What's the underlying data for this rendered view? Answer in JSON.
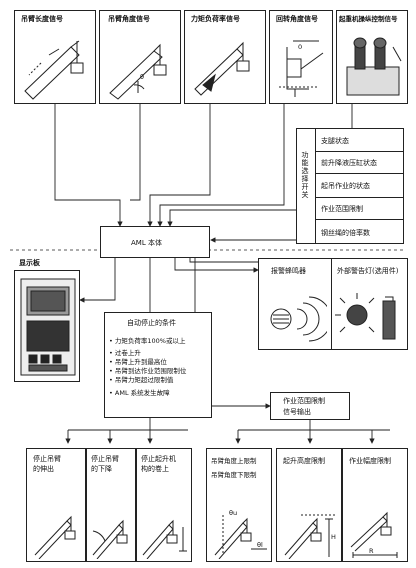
{
  "sensors": [
    {
      "label": "吊臂长度信号"
    },
    {
      "label": "吊臂角度信号"
    },
    {
      "label": "力矩负荷率信号"
    },
    {
      "label": "回转角度信号"
    },
    {
      "label": "起重机操纵控制信号"
    }
  ],
  "sensor_icon_marks": {
    "angle_theta": "θ",
    "slew_zero": "0"
  },
  "inputs_panel": {
    "title": "功能选择开关",
    "items": [
      "支腿状态",
      "前升降液压缸状态",
      "起吊作业的状态",
      "作业范围限制",
      "钢丝绳的倍率数"
    ]
  },
  "aml": {
    "label": "AML  本体"
  },
  "display": {
    "title": "显示板"
  },
  "auto_stop": {
    "title": "自动停止的条件",
    "items": [
      "• 力矩负荷率100%或以上",
      "• 过卷上升",
      "• 吊臂上升到最高位",
      "• 吊臂到达作业范围限制位",
      "• 吊臂力矩超过限制值",
      "• AML  系统发生故障"
    ]
  },
  "alarms": {
    "buzzer": "报警蜂鸣器",
    "lamp": "外部警告灯(选用件)"
  },
  "work_range": {
    "line1": "作业范围限制",
    "line2": "信号输出"
  },
  "outputs": [
    {
      "lines": [
        "停止吊臂",
        "的伸出"
      ]
    },
    {
      "lines": [
        "停止吊臂",
        "的下降"
      ]
    },
    {
      "lines": [
        "停止起升机",
        "构的卷上"
      ]
    },
    {
      "lines": [
        "吊臂角度上限制",
        "吊臂角度下限制"
      ]
    },
    {
      "lines": [
        "起升高度限制"
      ]
    },
    {
      "lines": [
        "作业幅度限制"
      ]
    }
  ],
  "output_icon_marks": {
    "theta_up": "θu",
    "theta_lo": "θl",
    "h": "H",
    "r": "R"
  },
  "colors": {
    "line": "#222222",
    "panel_bg": "#ffffff",
    "photo_dark": "#2a2a2a"
  }
}
